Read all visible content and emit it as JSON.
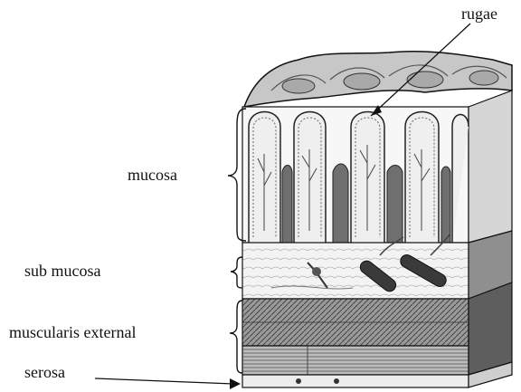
{
  "labels": {
    "rugae": "rugae",
    "mucosa": "mucosa",
    "sub_mucosa": "sub mucosa",
    "muscularis_external": "muscularis external",
    "serosa": "serosa"
  },
  "colors": {
    "line": "#111111",
    "tissue_dark": "#333333",
    "tissue_mid": "#8a8a8a",
    "tissue_light": "#d9d9d9",
    "surface": "#bdbdbd"
  }
}
